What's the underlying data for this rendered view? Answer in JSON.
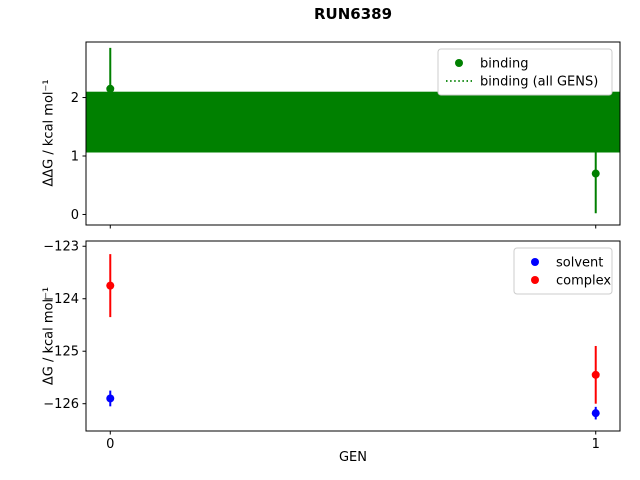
{
  "figure": {
    "title": "RUN6389",
    "background": "#ffffff",
    "frame_color": "#000000",
    "legend_border_color": "#cccccc"
  },
  "chart_data": [
    {
      "type": "scatter",
      "name": "ddg-vs-gen",
      "ylabel": "ΔΔG / kcal mol⁻¹",
      "x": [
        0,
        1
      ],
      "xlim": [
        -0.05,
        1.05
      ],
      "ylim": [
        -0.18,
        2.95
      ],
      "yticks": [
        0,
        1,
        2
      ],
      "xticks": [],
      "grid": false,
      "legend_position": "upper right",
      "series": [
        {
          "name": "binding",
          "marker": "circle",
          "color": "#008000",
          "values": [
            2.15,
            0.7
          ],
          "yerr": [
            0.7,
            0.68
          ]
        }
      ],
      "band": {
        "name": "binding (all GENS)",
        "style": "dotted",
        "color": "#008000",
        "lo": 1.06,
        "hi": 2.1
      }
    },
    {
      "type": "scatter",
      "name": "dg-vs-gen",
      "xlabel": "GEN",
      "ylabel": "ΔG / kcal mol⁻¹",
      "x": [
        0,
        1
      ],
      "xlim": [
        -0.05,
        1.05
      ],
      "ylim": [
        -126.52,
        -122.9
      ],
      "yticks": [
        -123,
        -124,
        -125,
        -126
      ],
      "xticks": [
        0,
        1
      ],
      "grid": false,
      "legend_position": "upper right",
      "series": [
        {
          "name": "solvent",
          "marker": "circle",
          "color": "#0000ff",
          "values": [
            -125.9,
            -126.18
          ],
          "yerr": [
            0.15,
            0.12
          ]
        },
        {
          "name": "complex",
          "marker": "circle",
          "color": "#ff0000",
          "values": [
            -123.75,
            -125.45
          ],
          "yerr": [
            0.6,
            0.55
          ]
        }
      ]
    }
  ]
}
